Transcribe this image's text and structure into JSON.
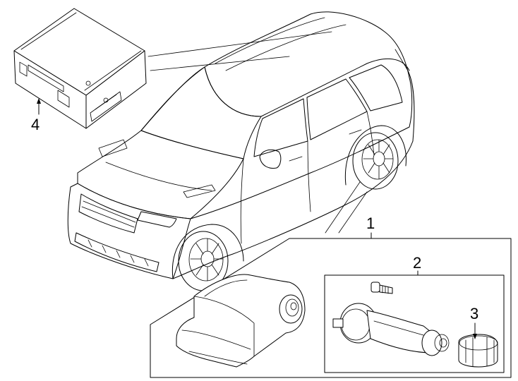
{
  "callouts": {
    "c1": "1",
    "c2": "2",
    "c3": "3",
    "c4": "4"
  },
  "parts": {
    "p1": "tpms-sensor-kit",
    "p2": "tire-pressure-sensor-valve",
    "p3": "valve-cap",
    "p4": "tpms-control-module"
  },
  "colors": {
    "line": "#000000",
    "background": "#ffffff"
  }
}
